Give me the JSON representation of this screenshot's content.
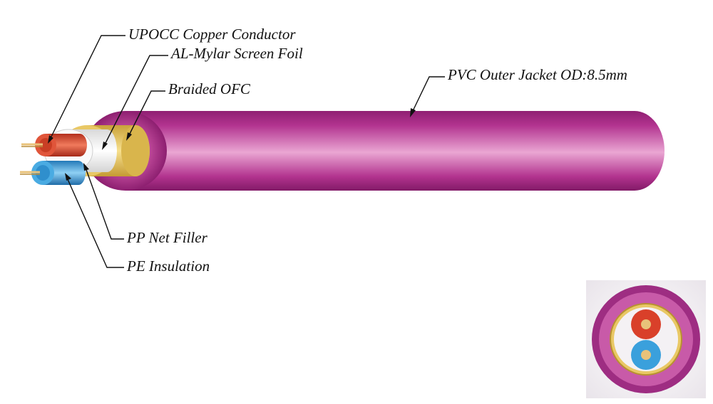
{
  "labels": {
    "conductor": "UPOCC Copper Conductor",
    "foil": "AL-Mylar Screen Foil",
    "braid": "Braided OFC",
    "jacket": "PVC Outer Jacket OD:8.5mm",
    "filler": "PP Net Filler",
    "insulation": "PE Insulation"
  },
  "colors": {
    "jacket": "#b02e8c",
    "jacket_highlight": "#e9a4d2",
    "braid": "#e7c45c",
    "foil": "#f2f2f2",
    "insulation_red": "#d9402a",
    "insulation_blue": "#3aa0dc",
    "copper": "#e8c27a"
  }
}
